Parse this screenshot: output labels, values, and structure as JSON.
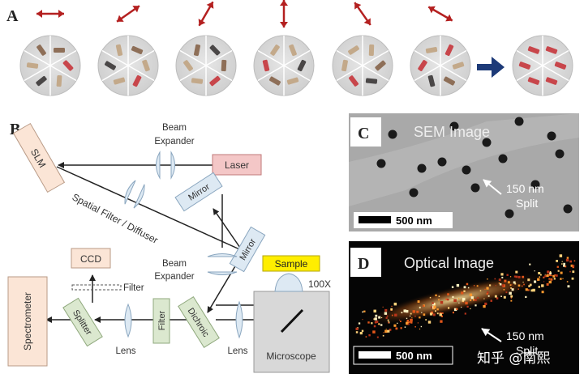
{
  "panel_a": {
    "letter": "A",
    "arrow_color": "#b42020",
    "next_arrow_color": "#1d3a78",
    "arrow_angles_deg": [
      0,
      35,
      60,
      90,
      125,
      150
    ],
    "fragment_colors": {
      "red": "#c8464b",
      "tan": "#c3a98a",
      "brown": "#8e6f58",
      "dark": "#4a4747"
    }
  },
  "panel_b": {
    "letter": "B",
    "labels": {
      "slm": "SLM",
      "beam_expander_top_1": "Beam",
      "beam_expander_top_2": "Expander",
      "laser": "Laser",
      "spatial_filter": "Spatial Filter / Diffuser",
      "mirror_1": "Mirror",
      "mirror_2": "Mirror",
      "beam_expander_mid_1": "Beam",
      "beam_expander_mid_2": "Expander",
      "ccd": "CCD",
      "filter_dashed": "Filter",
      "spectrometer": "Spectrometer",
      "splitter": "Splitter",
      "lens_1": "Lens",
      "filter_box": "Filter",
      "dichroic": "Dichroic",
      "lens_2": "Lens",
      "sample": "Sample",
      "objective": "100X",
      "microscope": "Microscope"
    },
    "colors": {
      "laser_fill": "#f4c7c7",
      "slm_fill": "#fbe5d6",
      "optic_fill": "#dde9f3",
      "green_fill": "#dbe8cf",
      "sample_fill": "#ffee00",
      "microscope_fill": "#d8d8d8"
    }
  },
  "panel_c": {
    "letter": "C",
    "title": "SEM Image",
    "annotation_1": "150 nm",
    "annotation_2": "Split",
    "scale_bar": "500 nm"
  },
  "panel_d": {
    "letter": "D",
    "title": "Optical Image",
    "annotation_1": "150 nm",
    "annotation_2": "Split",
    "scale_bar": "500 nm"
  },
  "watermark": "知乎 @南熙"
}
